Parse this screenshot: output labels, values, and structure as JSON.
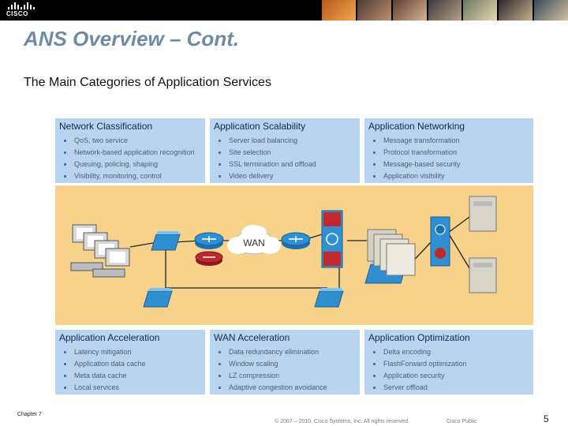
{
  "brand": {
    "logo_text": "CISCO"
  },
  "slide": {
    "title": "ANS Overview – Cont.",
    "subtitle": "The Main Categories of Application Services"
  },
  "panels": [
    {
      "title": "Network Classification",
      "items": [
        "QoS, two service",
        "Network-based application recognition",
        "Queuing, policing, shaping",
        "Visibility, monitoring, control"
      ]
    },
    {
      "title": "Application Scalability",
      "items": [
        "Server load balancing",
        "Site selection",
        "SSL termination and offload",
        "Video delivery"
      ]
    },
    {
      "title": "Application Networking",
      "items": [
        "Message transformation",
        "Protocol transformation",
        "Message-based security",
        "Application visibility"
      ]
    },
    {
      "title": "Application Acceleration",
      "items": [
        "Latency mitigation",
        "Application data cache",
        "Meta data cache",
        "Local services"
      ]
    },
    {
      "title": "WAN Acceleration",
      "items": [
        "Data redundancy elimination",
        "Window scaling",
        "LZ compression",
        "Adaptive congestion avoidance"
      ]
    },
    {
      "title": "Application Optimization",
      "items": [
        "Delta encoding",
        "FlashForward optimization",
        "Application security",
        "Server offload"
      ]
    }
  ],
  "diagram": {
    "wan_label": "WAN"
  },
  "footer": {
    "chapter": "Chapter 7",
    "copyright": "© 2007 – 2010, Cisco Systems, Inc. All rights reserved.",
    "classification": "Cisco Public",
    "page": "5"
  },
  "colors": {
    "title": "#6e8ba3",
    "panel_bg": "#b8d4ef",
    "diagram_bg": "#f6d28a",
    "device_blue": "#2f8fd1",
    "device_red": "#c0282f",
    "banner": "#000000"
  }
}
